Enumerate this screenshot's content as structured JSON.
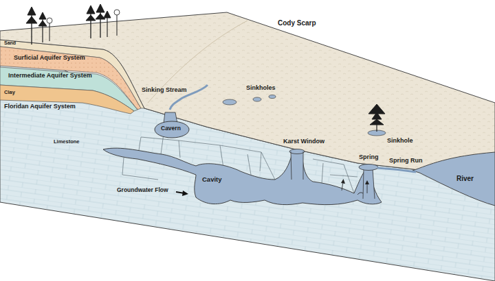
{
  "diagram": {
    "labels": [
      "Cody Scarp",
      "Sand",
      "Surficial Aquifer System",
      "Intermediate Aquifer System",
      "Clay",
      "Floridan Aquifer System",
      "Limestone",
      "Sinking Stream",
      "Cavern",
      "Sinkholes",
      "Sinkhole",
      "Karst Window",
      "Spring",
      "Spring Run",
      "River",
      "Cavity",
      "Groundwater Flow"
    ]
  }
}
